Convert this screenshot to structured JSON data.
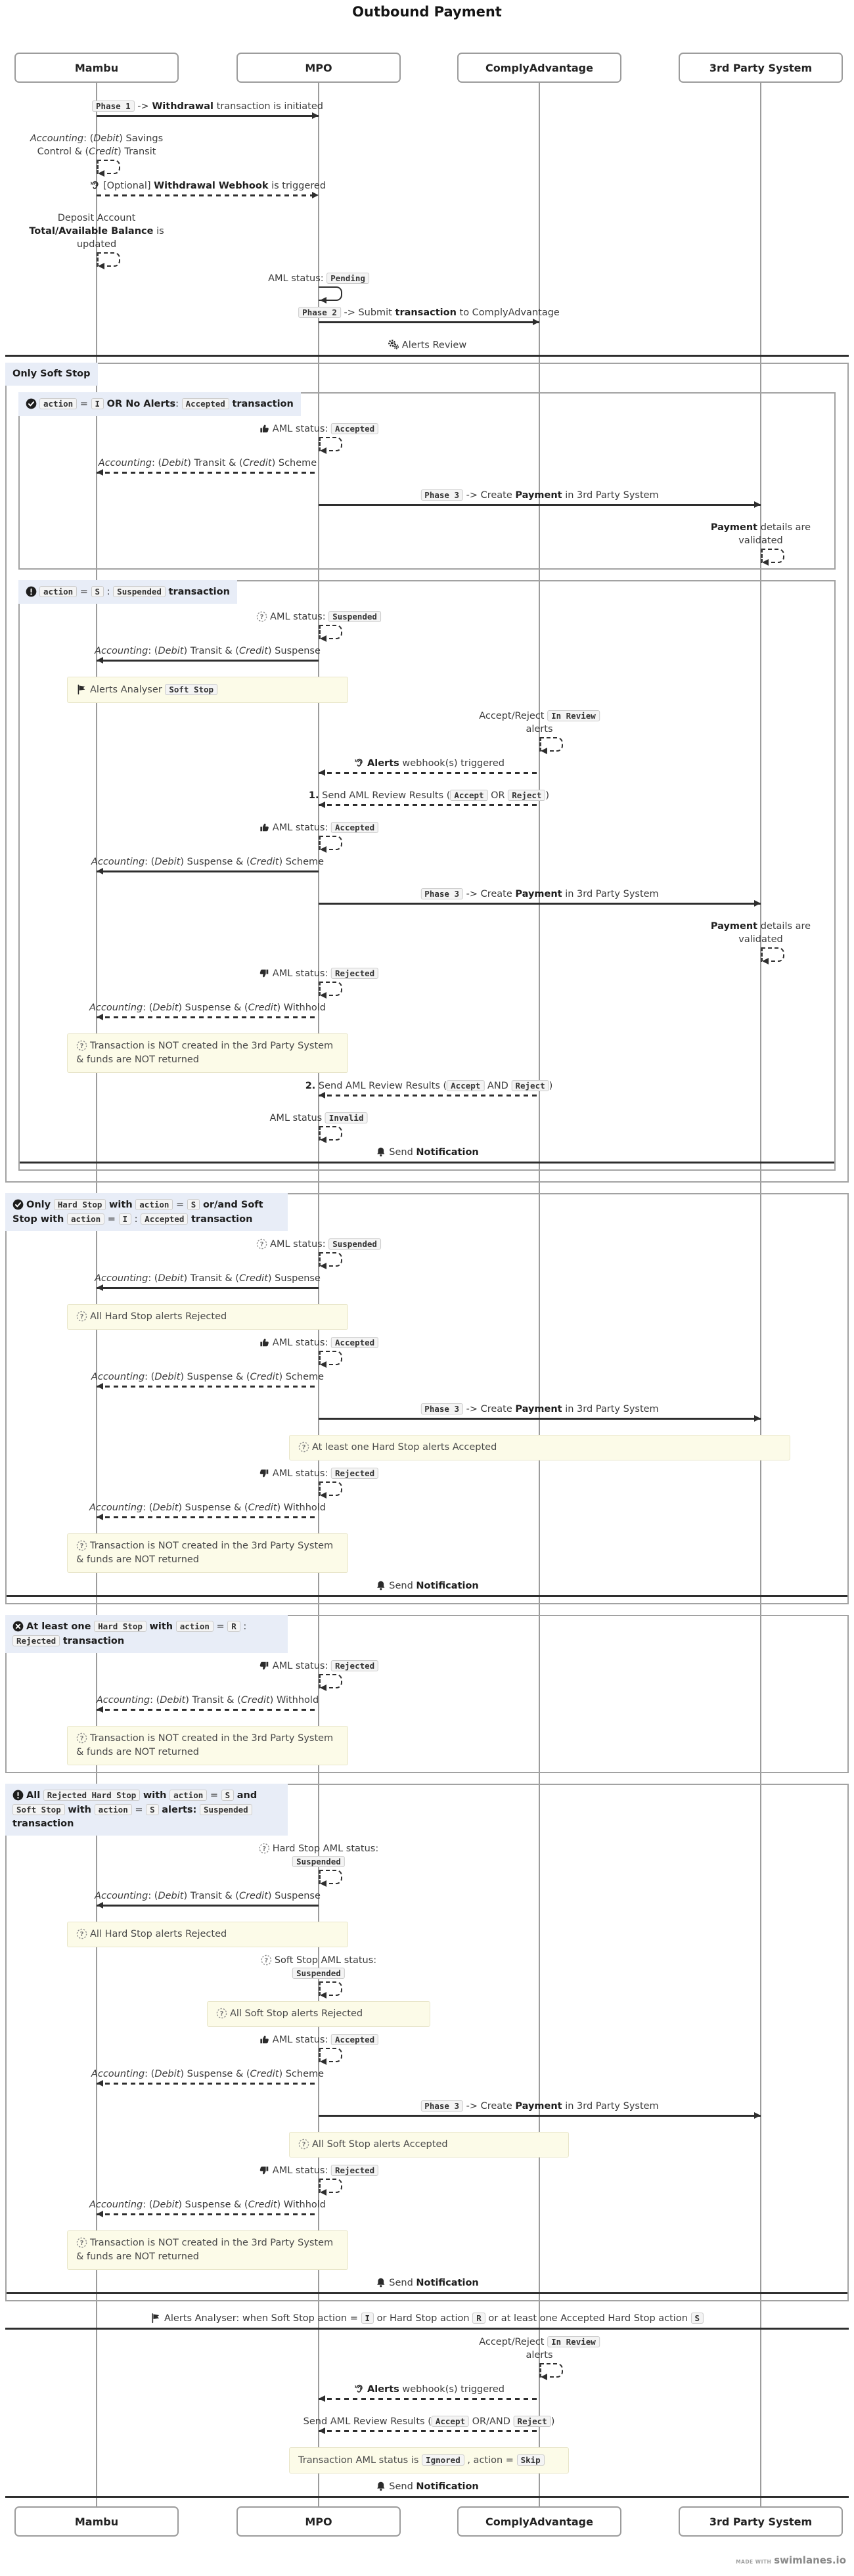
{
  "title": "Outbound Payment",
  "actors": [
    "Mambu",
    "MPO",
    "ComplyAdvantage",
    "3rd Party System"
  ],
  "footer": {
    "made_with": "MADE WITH",
    "brand": "swimlanes.io"
  },
  "colors": {
    "note_bg": "#fcfbe8",
    "note_border": "#e8e5c9",
    "block_header_bg": "#e8edf7",
    "token_bg": "#f4f4f4",
    "line_color": "#2e2e2e",
    "frame_color": "#a2a2a2",
    "lifeline_color": "#9c9c9c"
  },
  "sequence": [
    {
      "t": "arrow",
      "from": 0,
      "to": 1,
      "line": "solid",
      "label": "`Phase 1` -> **Withdrawal** transaction is initiated"
    },
    {
      "t": "self",
      "actor": 0,
      "line": "dashed",
      "label": "*Accounting*: (*Debit*) Savings\nControl & (*Credit*) Transit"
    },
    {
      "t": "arrow",
      "from": 0,
      "to": 1,
      "line": "dashed",
      "icon": "ear",
      "label": "[Optional] **Withdrawal Webhook** is triggered"
    },
    {
      "t": "self",
      "actor": 0,
      "line": "dashed",
      "label": "Deposit Account\n**Total/Available Balance** is\nupdated"
    },
    {
      "t": "self",
      "actor": 1,
      "line": "solid",
      "label": "AML status: `Pending`"
    },
    {
      "t": "arrow",
      "from": 1,
      "to": 2,
      "line": "solid",
      "label": "`Phase 2` -> Submit **transaction** to ComplyAdvantage"
    },
    {
      "t": "divider",
      "icon": "gears",
      "label": "Alerts Review"
    },
    {
      "t": "block",
      "label": "**Only Soft Stop**"
    },
    {
      "t": "block",
      "icon": "check",
      "label": "`action` = `I` **OR No Alerts**: `Accepted` **transaction**"
    },
    {
      "t": "self",
      "actor": 1,
      "line": "dashed",
      "icon": "thumbup",
      "label": "AML status: `Accepted`"
    },
    {
      "t": "arrow",
      "from": 1,
      "to": 0,
      "line": "dashed",
      "label": "*Accounting*: (*Debit*) Transit & (*Credit*) Scheme"
    },
    {
      "t": "arrow",
      "from": 1,
      "to": 3,
      "line": "solid",
      "label": "`Phase 3` -> Create **Payment** in 3rd Party System"
    },
    {
      "t": "self",
      "actor": 3,
      "line": "dashed",
      "label": "**Payment** details are\nvalidated"
    },
    {
      "t": "blockend"
    },
    {
      "t": "block",
      "icon": "excl",
      "label": "`action` = `S` : `Suspended` **transaction**"
    },
    {
      "t": "self",
      "actor": 1,
      "line": "dashed",
      "icon": "question",
      "label": "AML status: `Suspended`"
    },
    {
      "t": "arrow",
      "from": 1,
      "to": 0,
      "line": "solid",
      "label": "*Accounting*: (*Debit*) Transit & (*Credit*) Suspense"
    },
    {
      "t": "note",
      "span": [
        0,
        1
      ],
      "icon": "flag",
      "label": "Alerts Analyser `Soft Stop`"
    },
    {
      "t": "self",
      "actor": 2,
      "line": "dashed",
      "label": "Accept/Reject `In Review`\nalerts"
    },
    {
      "t": "arrow",
      "from": 2,
      "to": 1,
      "line": "dashed",
      "icon": "ear",
      "label": "**Alerts** webhook(s) triggered"
    },
    {
      "t": "arrow",
      "from": 2,
      "to": 1,
      "line": "dashed",
      "label": "**1.** Send AML Review Results (`Accept` OR `Reject`)"
    },
    {
      "t": "self",
      "actor": 1,
      "line": "dashed",
      "icon": "thumbup",
      "label": "AML status: `Accepted`"
    },
    {
      "t": "arrow",
      "from": 1,
      "to": 0,
      "line": "solid",
      "label": "*Accounting*: (*Debit*) Suspense & (*Credit*) Scheme"
    },
    {
      "t": "arrow",
      "from": 1,
      "to": 3,
      "line": "solid",
      "label": "`Phase 3` -> Create **Payment** in 3rd Party System"
    },
    {
      "t": "self",
      "actor": 3,
      "line": "dashed",
      "label": "**Payment** details are\nvalidated"
    },
    {
      "t": "self",
      "actor": 1,
      "line": "dashed",
      "icon": "thumbdown",
      "label": "AML status: `Rejected`"
    },
    {
      "t": "arrow",
      "from": 1,
      "to": 0,
      "line": "dashed",
      "label": "*Accounting*: (*Debit*) Suspense & (*Credit*) Withhold"
    },
    {
      "t": "note",
      "span": [
        0,
        1
      ],
      "icon": "question",
      "label": "Transaction is NOT created in the 3rd Party System & funds are NOT returned"
    },
    {
      "t": "arrow",
      "from": 2,
      "to": 1,
      "line": "dashed",
      "label": "**2.** Send AML Review Results (`Accept` AND `Reject`)"
    },
    {
      "t": "self",
      "actor": 1,
      "line": "dashed",
      "label": "AML status `Invalid`"
    },
    {
      "t": "divider",
      "icon": "bell",
      "label": "Send **Notification**"
    },
    {
      "t": "blockend"
    },
    {
      "t": "blockend"
    },
    {
      "t": "block",
      "icon": "check",
      "label": "**Only** `Hard Stop` **with** `action` = `S` **or/and Soft Stop with** `action` = `I` : `Accepted` **transaction**"
    },
    {
      "t": "self",
      "actor": 1,
      "line": "dashed",
      "icon": "question",
      "label": "AML status: `Suspended`"
    },
    {
      "t": "arrow",
      "from": 1,
      "to": 0,
      "line": "solid",
      "label": "*Accounting*: (*Debit*) Transit & (*Credit*) Suspense"
    },
    {
      "t": "note",
      "span": [
        0,
        1
      ],
      "icon": "question",
      "label": "All Hard Stop alerts Rejected"
    },
    {
      "t": "self",
      "actor": 1,
      "line": "dashed",
      "icon": "thumbup",
      "label": "AML status: `Accepted`"
    },
    {
      "t": "arrow",
      "from": 1,
      "to": 0,
      "line": "dashed",
      "label": "*Accounting*: (*Debit*) Suspense & (*Credit*) Scheme"
    },
    {
      "t": "arrow",
      "from": 1,
      "to": 3,
      "line": "solid",
      "label": "`Phase 3` -> Create **Payment** in 3rd Party System"
    },
    {
      "t": "note",
      "span": [
        1,
        3
      ],
      "icon": "question",
      "label": "At least one Hard Stop alerts Accepted"
    },
    {
      "t": "self",
      "actor": 1,
      "line": "dashed",
      "icon": "thumbdown",
      "label": "AML status: `Rejected`"
    },
    {
      "t": "arrow",
      "from": 1,
      "to": 0,
      "line": "dashed",
      "label": "*Accounting*: (*Debit*) Suspense & (*Credit*) Withhold"
    },
    {
      "t": "note",
      "span": [
        0,
        1
      ],
      "icon": "question",
      "label": "Transaction is NOT created in the 3rd Party System & funds are NOT returned"
    },
    {
      "t": "divider",
      "icon": "bell",
      "label": "Send **Notification**"
    },
    {
      "t": "blockend"
    },
    {
      "t": "block",
      "icon": "xmark",
      "label": "**At least one** `Hard Stop` **with** `action` = `R` : `Rejected` **transaction**"
    },
    {
      "t": "self",
      "actor": 1,
      "line": "dashed",
      "icon": "thumbdown",
      "label": "AML status: `Rejected`"
    },
    {
      "t": "arrow",
      "from": 1,
      "to": 0,
      "line": "dashed",
      "label": "*Accounting*: (*Debit*) Transit & (*Credit*) Withhold"
    },
    {
      "t": "note",
      "span": [
        0,
        1
      ],
      "icon": "question",
      "label": "Transaction is NOT created in the 3rd Party System & funds are NOT returned"
    },
    {
      "t": "blockend"
    },
    {
      "t": "block",
      "icon": "excl",
      "label": "**All** `Rejected Hard Stop` **with** `action` = `S` **and** `Soft Stop` **with** `action` = `S` **alerts:** `Suspended` **transaction**"
    },
    {
      "t": "self",
      "actor": 1,
      "line": "dashed",
      "icon": "question",
      "label": "Hard Stop AML status:\n`Suspended`"
    },
    {
      "t": "arrow",
      "from": 1,
      "to": 0,
      "line": "solid",
      "label": "*Accounting*: (*Debit*) Transit & (*Credit*) Suspense"
    },
    {
      "t": "note",
      "span": [
        0,
        1
      ],
      "icon": "question",
      "label": "All Hard Stop alerts Rejected"
    },
    {
      "t": "self",
      "actor": 1,
      "line": "dashed",
      "icon": "question",
      "label": "Soft Stop AML status:\n`Suspended`"
    },
    {
      "t": "note",
      "span": [
        1,
        1
      ],
      "icon": "question",
      "label": "All Soft Stop alerts Rejected"
    },
    {
      "t": "self",
      "actor": 1,
      "line": "dashed",
      "icon": "thumbup",
      "label": "AML status: `Accepted`"
    },
    {
      "t": "arrow",
      "from": 1,
      "to": 0,
      "line": "dashed",
      "label": "*Accounting*: (*Debit*) Suspense & (*Credit*) Scheme"
    },
    {
      "t": "arrow",
      "from": 1,
      "to": 3,
      "line": "solid",
      "label": "`Phase 3` -> Create **Payment** in 3rd Party System"
    },
    {
      "t": "note",
      "span": [
        1,
        2
      ],
      "icon": "question",
      "label": "All Soft Stop alerts Accepted"
    },
    {
      "t": "self",
      "actor": 1,
      "line": "dashed",
      "icon": "thumbdown",
      "label": "AML status: `Rejected`"
    },
    {
      "t": "arrow",
      "from": 1,
      "to": 0,
      "line": "dashed",
      "label": "*Accounting*: (*Debit*) Suspense & (*Credit*) Withhold"
    },
    {
      "t": "note",
      "span": [
        0,
        1
      ],
      "icon": "question",
      "label": "Transaction is NOT created in the 3rd Party System & funds are NOT returned"
    },
    {
      "t": "divider",
      "icon": "bell",
      "label": "Send **Notification**"
    },
    {
      "t": "blockend"
    },
    {
      "t": "divider",
      "icon": "flag",
      "label": "Alerts Analyser: when Soft Stop action = `I` or Hard Stop action `R` or at least one Accepted Hard Stop action `S`"
    },
    {
      "t": "self",
      "actor": 2,
      "line": "dashed",
      "label": "Accept/Reject `In Review`\nalerts"
    },
    {
      "t": "arrow",
      "from": 2,
      "to": 1,
      "line": "dashed",
      "icon": "ear",
      "label": "**Alerts** webhook(s) triggered"
    },
    {
      "t": "arrow",
      "from": 2,
      "to": 1,
      "line": "dashed",
      "label": "Send AML Review Results (`Accept` OR/AND `Reject`)"
    },
    {
      "t": "note",
      "span": [
        1,
        2
      ],
      "label": "Transaction AML status is `Ignored` , action = `Skip`"
    },
    {
      "t": "divider",
      "icon": "bell",
      "label": "Send **Notification**"
    }
  ]
}
